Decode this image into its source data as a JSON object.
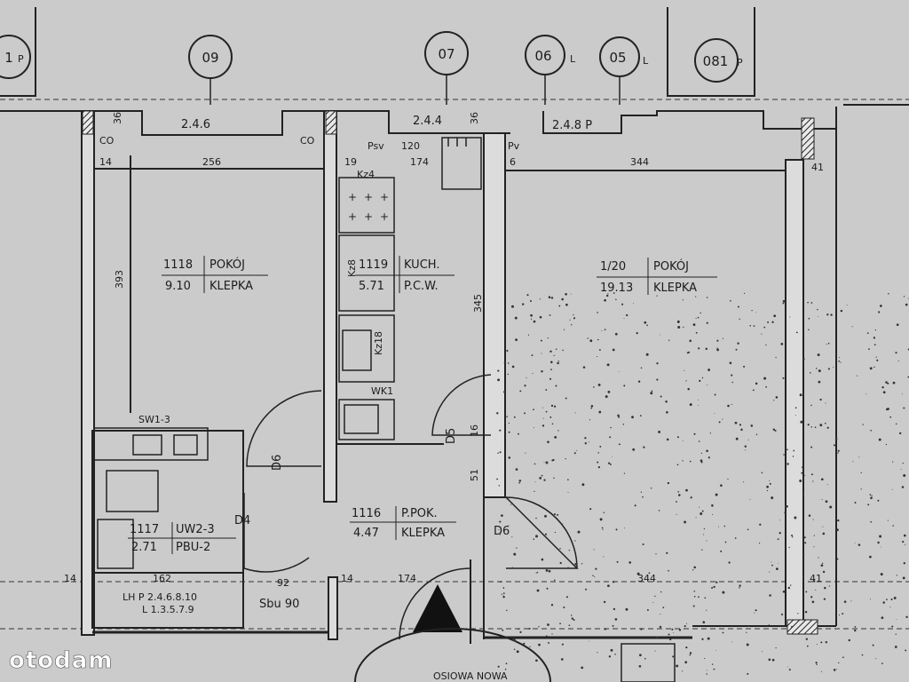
{
  "axes": [
    "09",
    "07",
    "06",
    "05",
    "081",
    "1"
  ],
  "axis_side_marks": {
    "L": "L",
    "P": "P"
  },
  "rooms": {
    "r1118": {
      "number": "1118",
      "area": "9.10",
      "name": "POKÓJ",
      "floor": "KLEPKA"
    },
    "r1119": {
      "number": "1119",
      "area": "5.71",
      "name": "KUCH.",
      "floor": "P.C.W."
    },
    "r1120": {
      "number": "1/20",
      "area": "19.13",
      "name": "POKÓJ",
      "floor": "KLEPKA"
    },
    "r1117": {
      "number": "1117",
      "area": "2.71",
      "name": "UW2-3",
      "floor": "PBU-2"
    },
    "r1116": {
      "number": "1116",
      "area": "4.47",
      "name": "P.POK.",
      "floor": "KLEPKA"
    }
  },
  "windows": {
    "w1": "2.4.6",
    "w2": "2.4.4",
    "w3": "2.4.8 P"
  },
  "dims": {
    "d36a": "36",
    "d36b": "36",
    "d256": "256",
    "d14a": "14",
    "d19": "19",
    "d174a": "174",
    "d6": "6",
    "d344a": "344",
    "d41a": "41",
    "d393": "393",
    "d345": "345",
    "d14b": "14",
    "d162": "162",
    "d92": "92",
    "d14c": "14",
    "d174b": "174",
    "d344b": "344",
    "d41b": "41",
    "d16": "16",
    "d51": "51",
    "d120": "120"
  },
  "labels": {
    "co1": "CO",
    "co2": "CO",
    "ps": "Psv",
    "pv": "Pv",
    "kz4": "Kz4",
    "kz8": "Kz8",
    "kz18": "Kz18",
    "wk": "WK1",
    "sw": "SW1-3",
    "d4": "D4",
    "d5": "D5",
    "d6a": "D6",
    "d6b": "D6",
    "sbu": "Sbu 90",
    "lh1": "LH P 2.4.6.8.10",
    "lh2": "L 1.3.5.7.9",
    "bottom": "OSIOWA NOWA"
  },
  "watermark": "otodam"
}
